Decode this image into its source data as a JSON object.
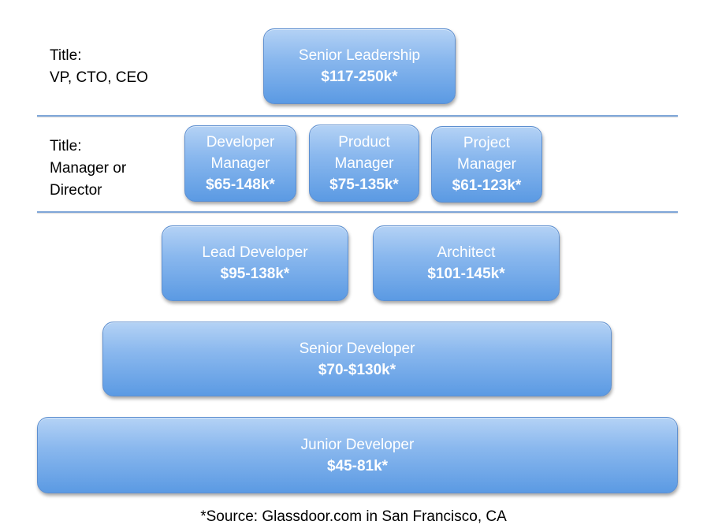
{
  "labels": {
    "exec": {
      "line1": "Title:",
      "line2": "VP, CTO, CEO"
    },
    "mgmt": {
      "line1": "Title:",
      "line2": "Manager or",
      "line3": "Director"
    }
  },
  "boxes": {
    "senior_leadership": {
      "name": "Senior Leadership",
      "salary": "$117-250k*"
    },
    "developer_manager": {
      "name1": "Developer",
      "name2": "Manager",
      "salary": "$65-148k*"
    },
    "product_manager": {
      "name1": "Product",
      "name2": "Manager",
      "salary": "$75-135k*"
    },
    "project_manager": {
      "name1": "Project",
      "name2": "Manager",
      "salary": "$61-123k*"
    },
    "lead_developer": {
      "name": "Lead Developer",
      "salary": "$95-138k*"
    },
    "architect": {
      "name": "Architect",
      "salary": "$101-145k*"
    },
    "senior_developer": {
      "name": "Senior Developer",
      "salary": "$70-$130k*"
    },
    "junior_developer": {
      "name": "Junior Developer",
      "salary": "$45-81k*"
    }
  },
  "footnote": "*Source: Glassdoor.com in San Francisco, CA",
  "colors": {
    "box_fill": "#7fb1ec",
    "box_border": "#5d8fd0",
    "divider": "#7ea6d8",
    "text_light": "#ffffff"
  }
}
